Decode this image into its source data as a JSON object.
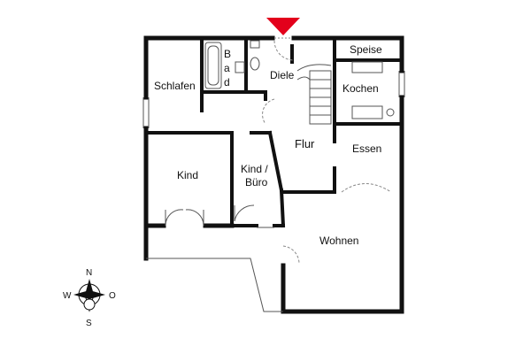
{
  "colors": {
    "wall": "#111111",
    "thin_line": "#555555",
    "dashed_line": "#888888",
    "entrance_marker": "#e3001b",
    "background": "#ffffff"
  },
  "rooms": {
    "speise": "Speise",
    "schlafen": "Schlafen",
    "bad_letters": [
      "B",
      "a",
      "d"
    ],
    "diele": "Diele",
    "kochen": "Kochen",
    "flur": "Flur",
    "essen": "Essen",
    "kind": "Kind",
    "kind_buero_line1": "Kind /",
    "kind_buero_line2": "Büro",
    "wohnen": "Wohnen"
  },
  "compass": {
    "north": "N",
    "south": "S",
    "west": "W",
    "east": "O",
    "icon": "compass-rose-icon"
  },
  "entrance": {
    "icon": "entrance-arrow-icon"
  }
}
